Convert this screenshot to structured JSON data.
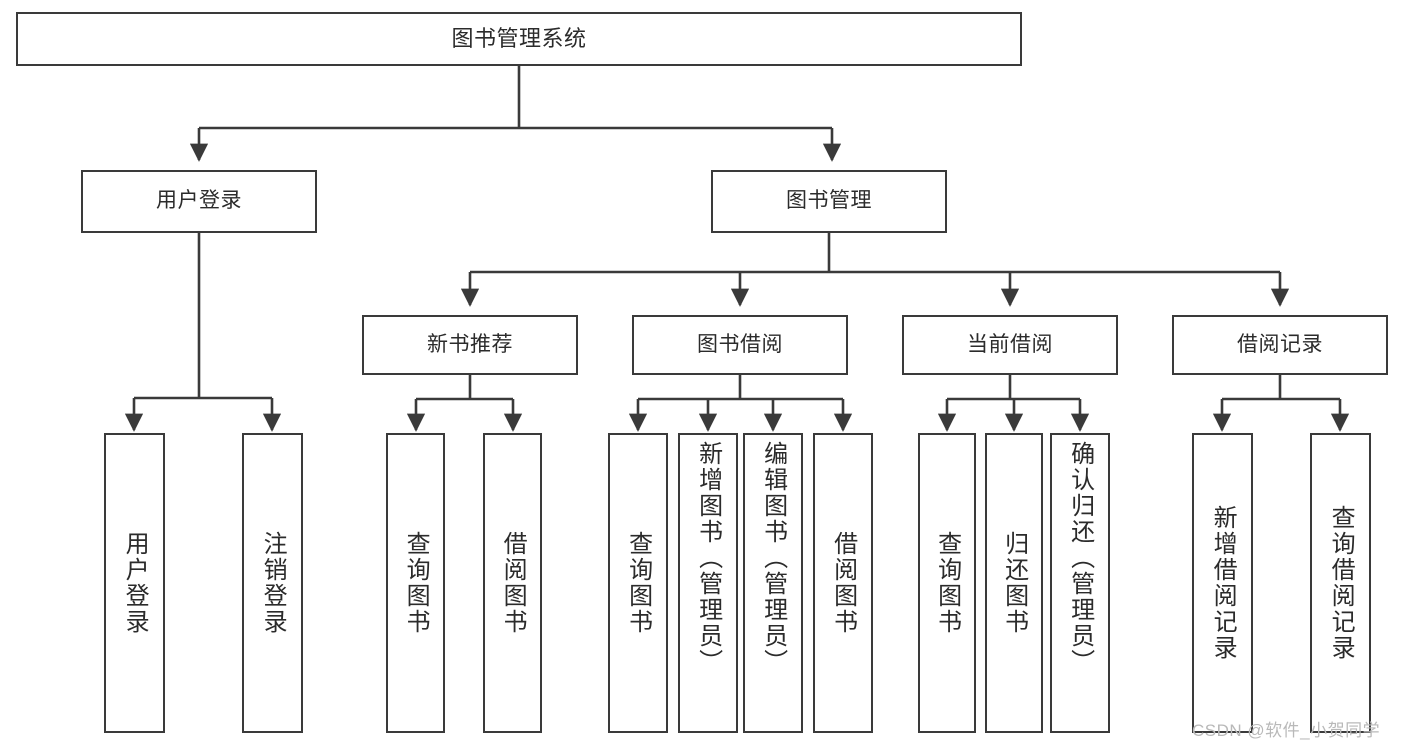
{
  "diagram": {
    "type": "tree-hierarchy-chart",
    "title_node": {
      "label": "图书管理系统"
    },
    "level2": [
      {
        "id": "user-login",
        "label": "用户登录"
      },
      {
        "id": "book-management",
        "label": "图书管理"
      }
    ],
    "level3": [
      {
        "id": "new-book-recommend",
        "label": "新书推荐"
      },
      {
        "id": "book-borrow",
        "label": "图书借阅"
      },
      {
        "id": "current-borrow",
        "label": "当前借阅"
      },
      {
        "id": "borrow-record",
        "label": "借阅记录"
      }
    ],
    "leaves": [
      {
        "id": "leaf-user-login",
        "label": "用户登录",
        "parent": "user-login"
      },
      {
        "id": "leaf-logout-login",
        "label": "注销登录",
        "parent": "user-login"
      },
      {
        "id": "leaf-query-book-1",
        "label": "查询图书",
        "parent": "new-book-recommend"
      },
      {
        "id": "leaf-borrow-book-1",
        "label": "借阅图书",
        "parent": "new-book-recommend"
      },
      {
        "id": "leaf-query-book-2",
        "label": "查询图书",
        "parent": "book-borrow"
      },
      {
        "id": "leaf-add-book",
        "label": "新增图书（管理员）",
        "parent": "book-borrow"
      },
      {
        "id": "leaf-edit-book",
        "label": "编辑图书（管理员）",
        "parent": "book-borrow"
      },
      {
        "id": "leaf-borrow-book-2",
        "label": "借阅图书",
        "parent": "book-borrow"
      },
      {
        "id": "leaf-query-book-3",
        "label": "查询图书",
        "parent": "current-borrow"
      },
      {
        "id": "leaf-return-book",
        "label": "归还图书",
        "parent": "current-borrow"
      },
      {
        "id": "leaf-confirm-return",
        "label": "确认归还（管理员）",
        "parent": "current-borrow"
      },
      {
        "id": "leaf-add-record",
        "label": "新增借阅记录",
        "parent": "borrow-record"
      },
      {
        "id": "leaf-query-record",
        "label": "查询借阅记录",
        "parent": "borrow-record"
      }
    ],
    "watermark": "CSDN @软件_小贺同学",
    "colors": {
      "border": "#3a3a3a",
      "background": "#ffffff",
      "text": "#2b2b2b",
      "watermark": "#b9b9b9"
    }
  }
}
